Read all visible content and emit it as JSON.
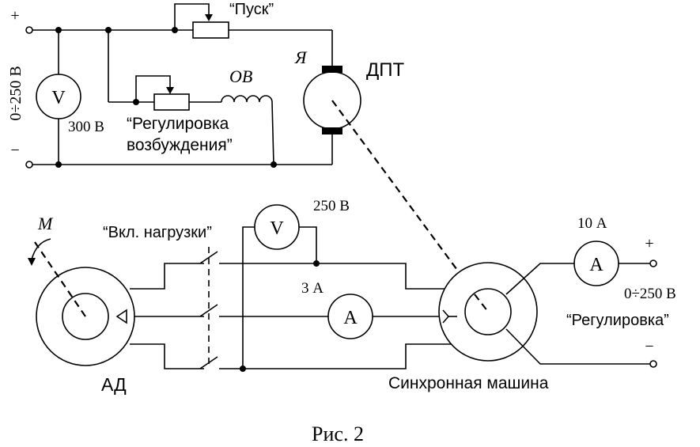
{
  "labels": {
    "plus_top": "+",
    "minus_top": "−",
    "supply_top": "0÷250 В",
    "volt_top": "300 В",
    "pusk": "“Пуск”",
    "reg_exc_1": "“Регулировка",
    "reg_exc_2": "возбуждения”",
    "ov": "ОВ",
    "ya": "Я",
    "dpt": "ДПТ",
    "vkl_nagruzki": "“Вкл. нагрузки”",
    "m": "M",
    "ad": "АД",
    "sync": "Синхронная машина",
    "volt_mid": "250 В",
    "amp_mid": "3 А",
    "amp_right": "10 А",
    "plus_right": "+",
    "minus_right": "−",
    "supply_right": "0÷250 В",
    "regulirovka": "“Регулировка”",
    "caption": "Рис. 2"
  },
  "meters": {
    "v_top": "V",
    "v_mid": "V",
    "a_mid": "A",
    "a_right": "A"
  }
}
